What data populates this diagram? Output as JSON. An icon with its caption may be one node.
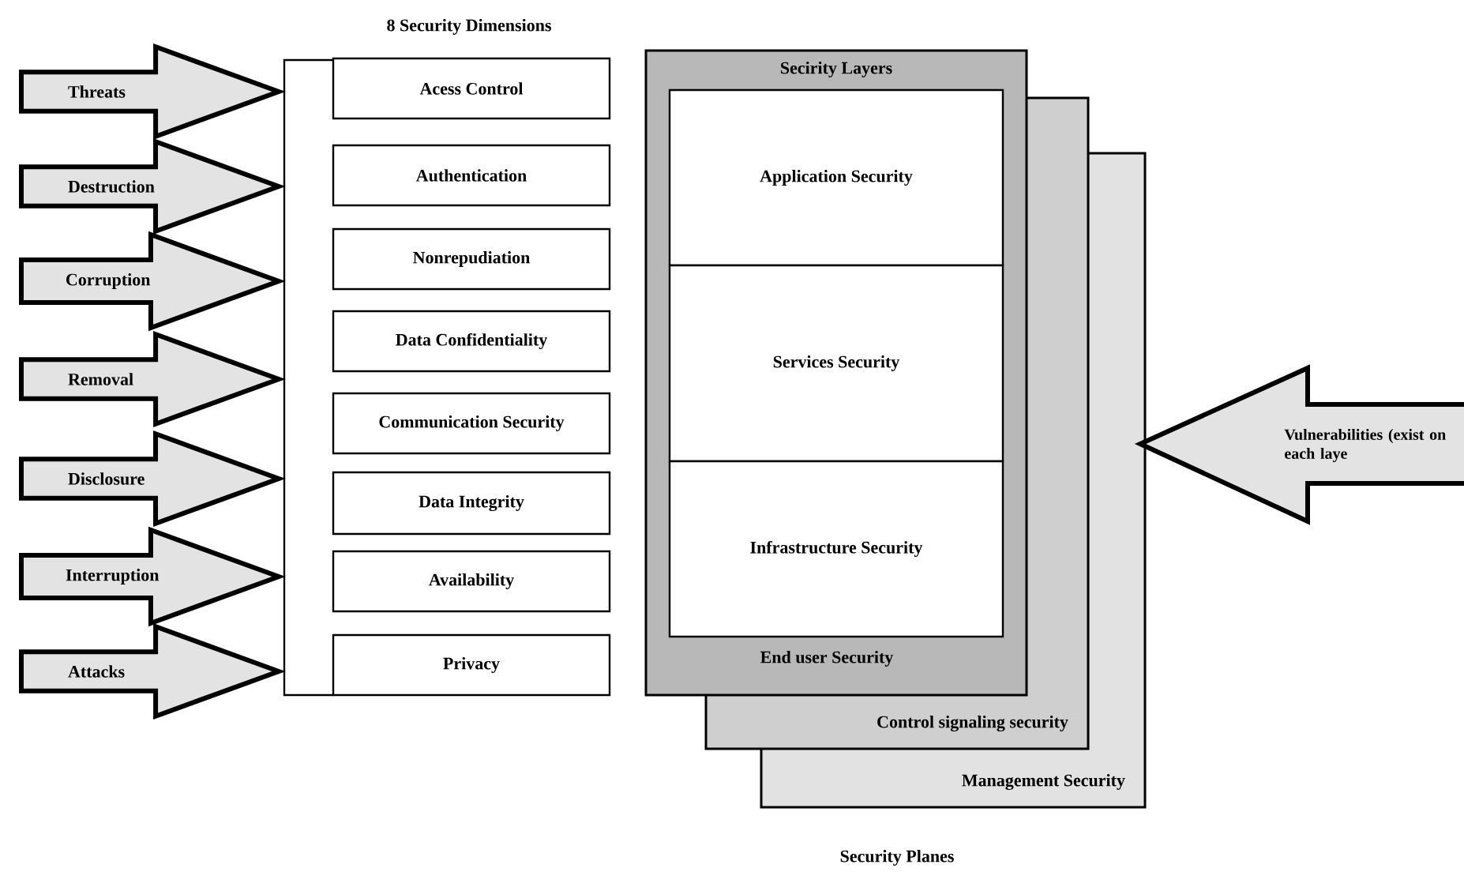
{
  "diagram": {
    "nodes": [
      {
        "text": [
          "Threats"
        ]
      },
      {
        "text": [
          "Destruction"
        ]
      },
      {
        "text": [
          "Corruption"
        ]
      },
      {
        "text": [
          "Removal"
        ]
      },
      {
        "text": [
          "Disclosure"
        ]
      },
      {
        "text": [
          "Interruption"
        ]
      },
      {
        "text": [
          "Attacks"
        ]
      },
      {
        "text": [
          "Acess Control"
        ]
      },
      {
        "text": [
          "Authentication"
        ]
      },
      {
        "text": [
          "Nonrepudiation"
        ]
      },
      {
        "text": [
          "Data Confidentiality"
        ]
      },
      {
        "text": [
          "Communication Security"
        ]
      },
      {
        "text": [
          "Data Integrity"
        ]
      },
      {
        "text": [
          "Availability"
        ]
      },
      {
        "text": [
          "Privacy"
        ]
      },
      {
        "text": [
          "Secirity Layers",
          "End user Security"
        ]
      },
      {
        "text": [
          "Application Security"
        ],
        "in": 15
      },
      {
        "text": [
          "Services Security"
        ],
        "in": 15
      },
      {
        "text": [
          "Infrastructure Security"
        ],
        "in": 15
      },
      {
        "text": [
          "Control signaling security"
        ]
      },
      {
        "text": [
          "Management Security"
        ]
      },
      {
        "text": [
          "Vulnerabilities (exist on each laye"
        ]
      }
    ],
    "labels": [
      "8 Security Dimensions",
      "Security Planes"
    ]
  }
}
